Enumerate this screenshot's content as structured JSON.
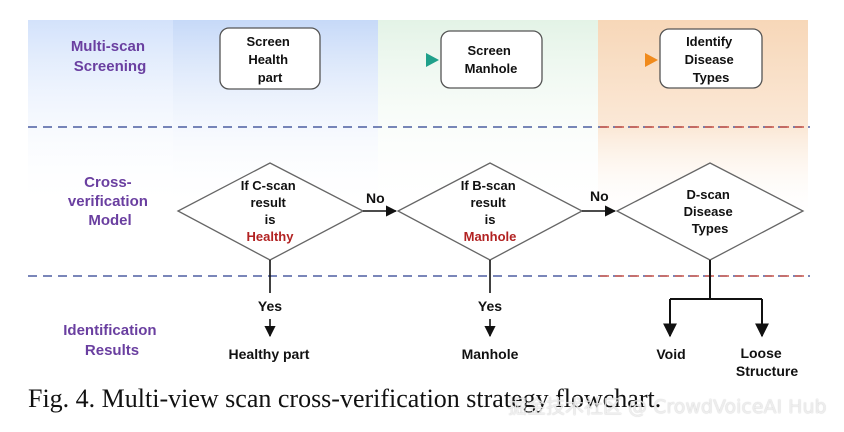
{
  "rows": {
    "screening": "Multi-scan Screening",
    "model": "Cross-verification Model",
    "results": "Identification Results"
  },
  "row_label_lines": {
    "screening": [
      "Multi-scan",
      "Screening"
    ],
    "model": [
      "Cross-",
      "verification",
      "Model"
    ],
    "results": [
      "Identification",
      "Results"
    ]
  },
  "screen_boxes": {
    "health": [
      "Screen",
      "Health",
      "part"
    ],
    "manhole": [
      "Screen",
      "Manhole"
    ],
    "disease": [
      "Identify",
      "Disease",
      "Types"
    ]
  },
  "decisions": {
    "cscan": {
      "lines": [
        "If C-scan",
        "result",
        "is"
      ],
      "highlight": "Healthy"
    },
    "bscan": {
      "lines": [
        "If B-scan",
        "result",
        "is"
      ],
      "highlight": "Manhole"
    },
    "dscan": {
      "lines": [
        "D-scan",
        "Disease",
        "Types"
      ]
    }
  },
  "edges": {
    "no_1": "No",
    "no_2": "No",
    "yes_1": "Yes",
    "yes_2": "Yes"
  },
  "results": {
    "healthy": "Healthy part",
    "manhole": "Manhole",
    "void": "Void",
    "loose": [
      "Loose",
      "Structure"
    ]
  },
  "colors": {
    "row_label": "#6a3fa0",
    "highlight": "#b22222",
    "band_blue": "#d6e4fa",
    "band_green": "#e6f4e8",
    "band_orange": "#f8dcc0",
    "dash_blue": "#2a3f8f",
    "dash_red": "#c0392b"
  },
  "caption": "Fig. 4. Multi-view scan cross-verification strategy flowchart.",
  "watermark": "掘金技术社区 @ CrowdVoiceAI Hub"
}
